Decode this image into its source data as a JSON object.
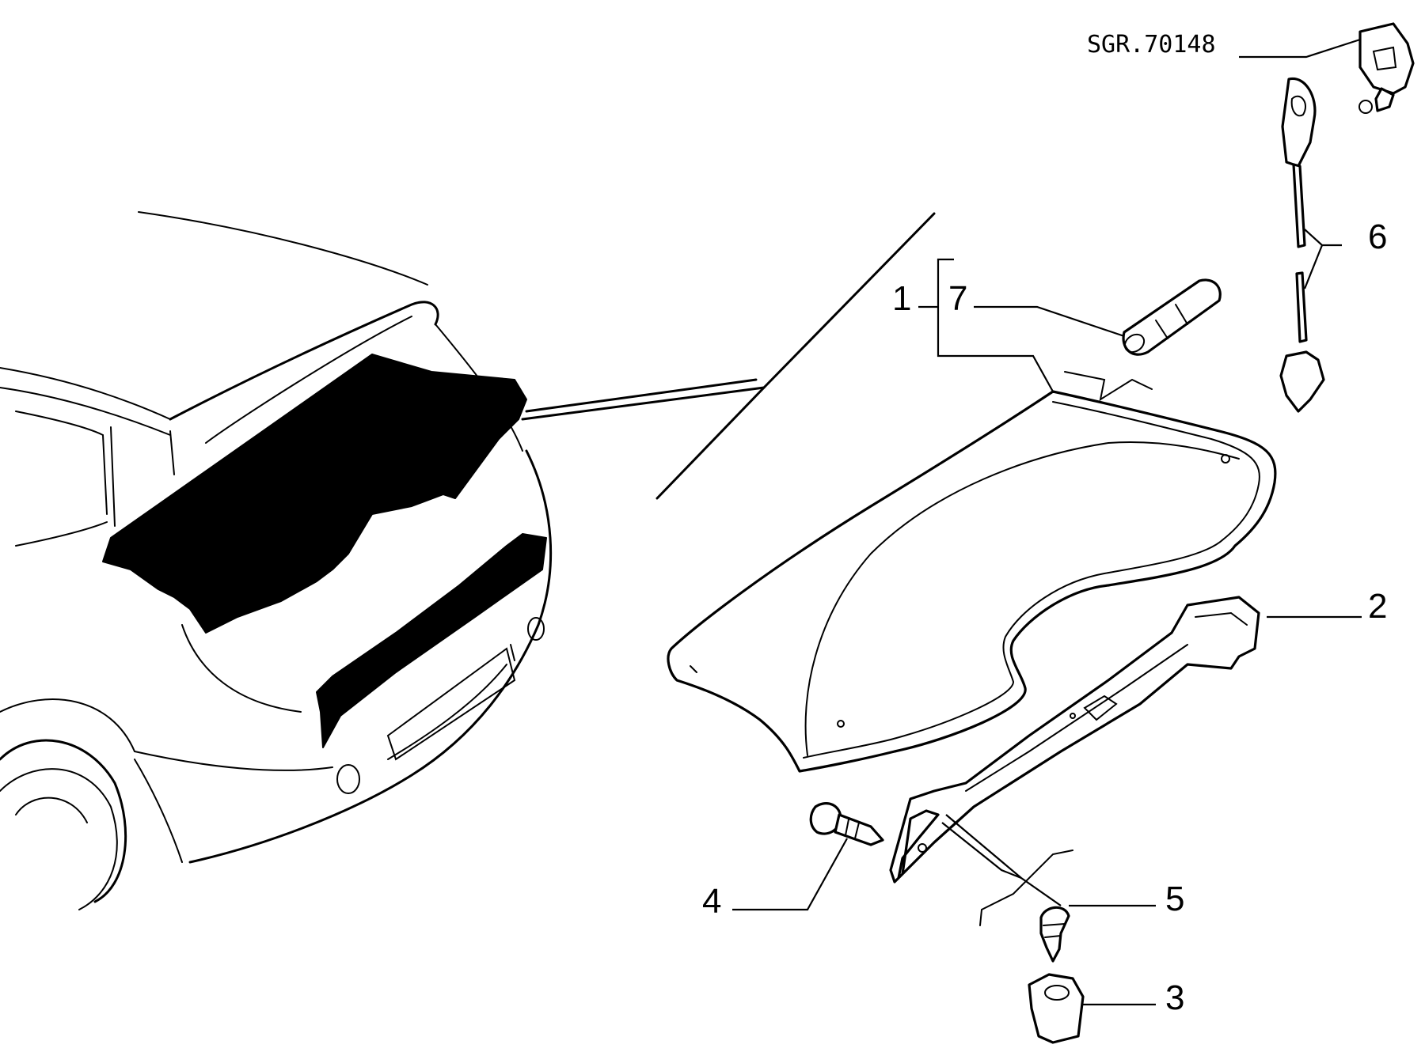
{
  "diagram": {
    "reference_code": "SGR.70148",
    "callouts": [
      "1",
      "7",
      "2",
      "6",
      "4",
      "5",
      "3"
    ]
  }
}
